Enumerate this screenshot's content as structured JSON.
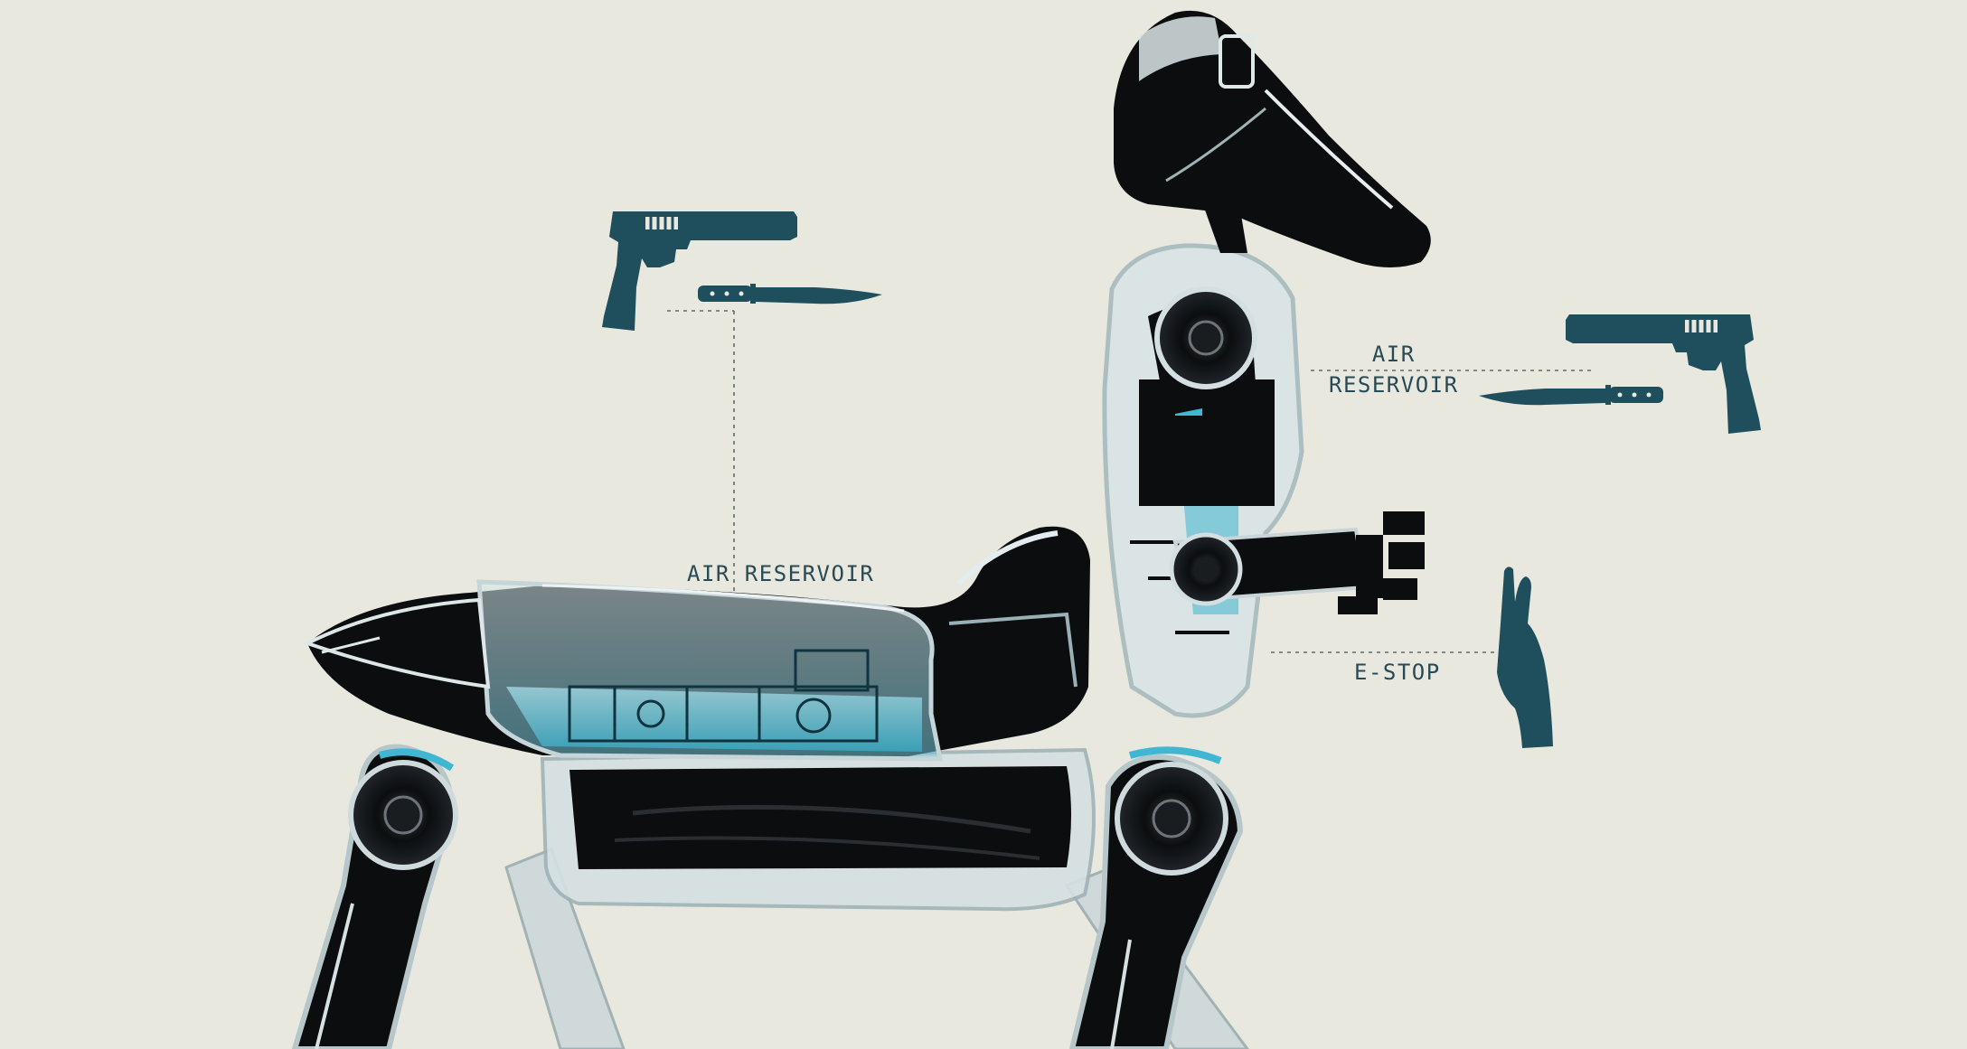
{
  "labels": {
    "air_reservoir_left": "AIR RESERVOIR",
    "air_reservoir_right_line1": "AIR",
    "air_reservoir_right_line2": "RESERVOIR",
    "e_stop": "E-STOP"
  },
  "icons": [
    "pistol-icon",
    "knife-icon",
    "open-hand-icon"
  ],
  "colors": {
    "background": "#e8e8df",
    "icon_teal": "#1f4f5c",
    "label_text": "#274a56",
    "robot_black": "#0b0d0f",
    "glass_cyan": "#6fc3d6",
    "accent_cyan": "#3fb7d3"
  }
}
